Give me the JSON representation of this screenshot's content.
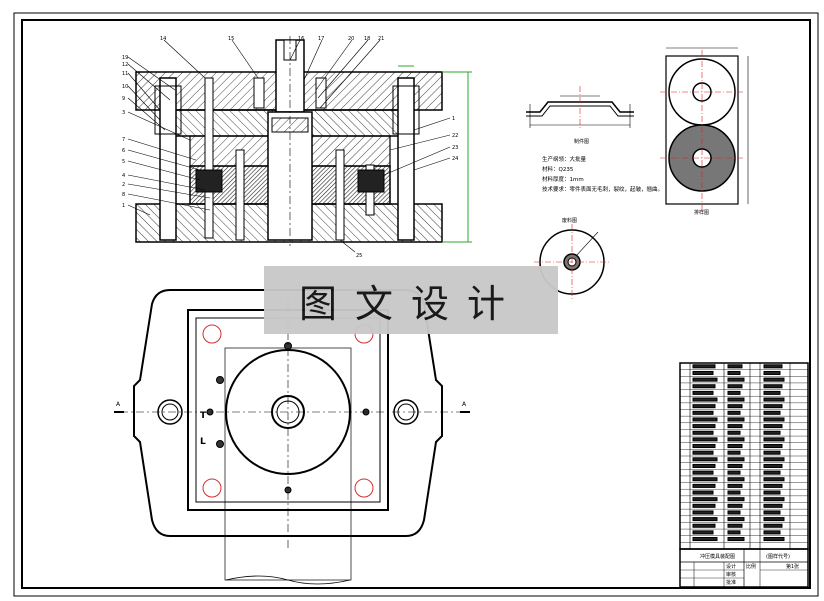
{
  "watermark": {
    "text": "图文设计"
  },
  "part_numbers_left": [
    "19",
    "12",
    "11",
    "10",
    "9",
    "3",
    "7",
    "6",
    "5",
    "4",
    "2",
    "8",
    "1"
  ],
  "part_numbers_top": [
    "14",
    "15",
    "16",
    "17",
    "20",
    "18",
    "21"
  ],
  "part_numbers_right": [
    "1",
    "22",
    "23",
    "24"
  ],
  "part_number_bottom": "25",
  "labels": {
    "part_view": "制件图",
    "blank_view": "排样图",
    "scrap_view": "废料图",
    "section_marker_left": "A",
    "section_marker_right": "A",
    "view_mark_upper": "T",
    "view_mark_lower": "L"
  },
  "notes": {
    "line1": "生产纲领：大批量",
    "line2": "材料：Q235",
    "line3": "材料厚度：1mm",
    "line4": "技术要求：零件表面无毛刺，裂纹，起皱，翘曲。"
  },
  "title_block": {
    "drawing_name": "冲压模具装配图",
    "company": "(图样代号)",
    "scale": "比例",
    "sheet": "第1张",
    "designer": "设计",
    "checker": "审核",
    "approver": "批准"
  },
  "colors": {
    "line": "#000000",
    "dimension": "#2ea82e",
    "centerline": "#e02020",
    "hatch": "#333333",
    "watermark_bg": "#c8c8c8"
  }
}
